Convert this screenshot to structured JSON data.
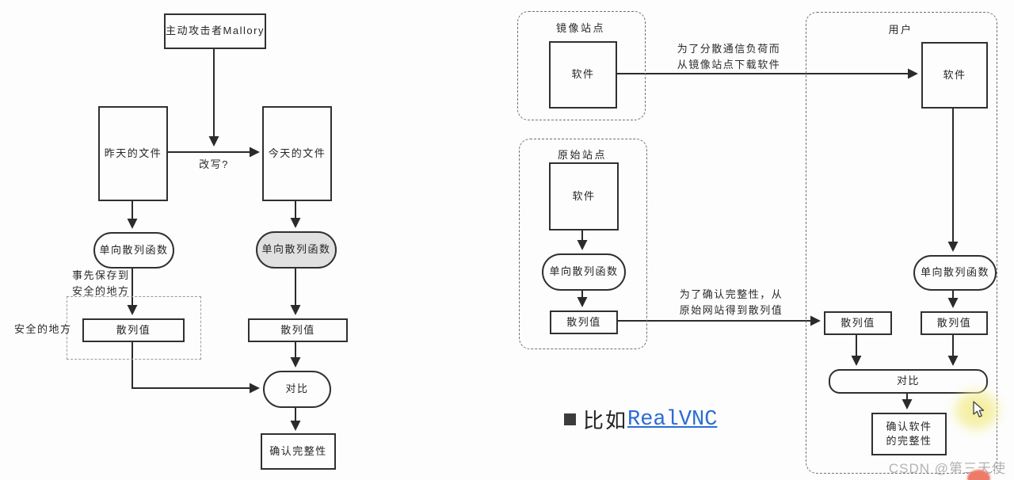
{
  "left_diagram": {
    "attacker": "主动攻击者Mallory",
    "tamper_question": "改写?",
    "yesterday_file": "昨天的文件",
    "today_file": "今天的文件",
    "hash_fn_yesterday": "单向散列函数",
    "hash_fn_today": "单向散列函数",
    "save_note": [
      "事先保存到",
      "安全的地方"
    ],
    "safe_place_label": "安全的地方",
    "hash_value_yesterday": "散列值",
    "hash_value_today": "散列值",
    "compare": "对比",
    "confirm": "确认完整性"
  },
  "right_diagram": {
    "mirror_site_label": "镜像站点",
    "mirror_software": "软件",
    "user_label": "用户",
    "user_software": "软件",
    "download_note": [
      "为了分散通信负荷而",
      "从镜像站点下载软件"
    ],
    "origin_site_label": "原始站点",
    "origin_software": "软件",
    "origin_hash_fn": "单向散列函数",
    "origin_hash_value": "散列值",
    "verify_note": [
      "为了确认完整性，从",
      "原始网站得到散列值"
    ],
    "received_hash_value": "散列值",
    "user_hash_fn": "单向散列函数",
    "user_hash_value": "散列值",
    "compare": "对比",
    "confirm": [
      "确认软件",
      "的完整性"
    ]
  },
  "caption": {
    "text": "比如",
    "link_text": "RealVNC"
  },
  "watermark": "CSDN @第三天使",
  "colors": {
    "diagram_line": "#2b2b2b",
    "shaded_pill": "#e0e0e0",
    "link_blue": "#2b6cd4",
    "highlight_yellow": "#f5efa2",
    "watermark_gray": "#b3b3b3",
    "pointer_red": "#ee7a68"
  }
}
